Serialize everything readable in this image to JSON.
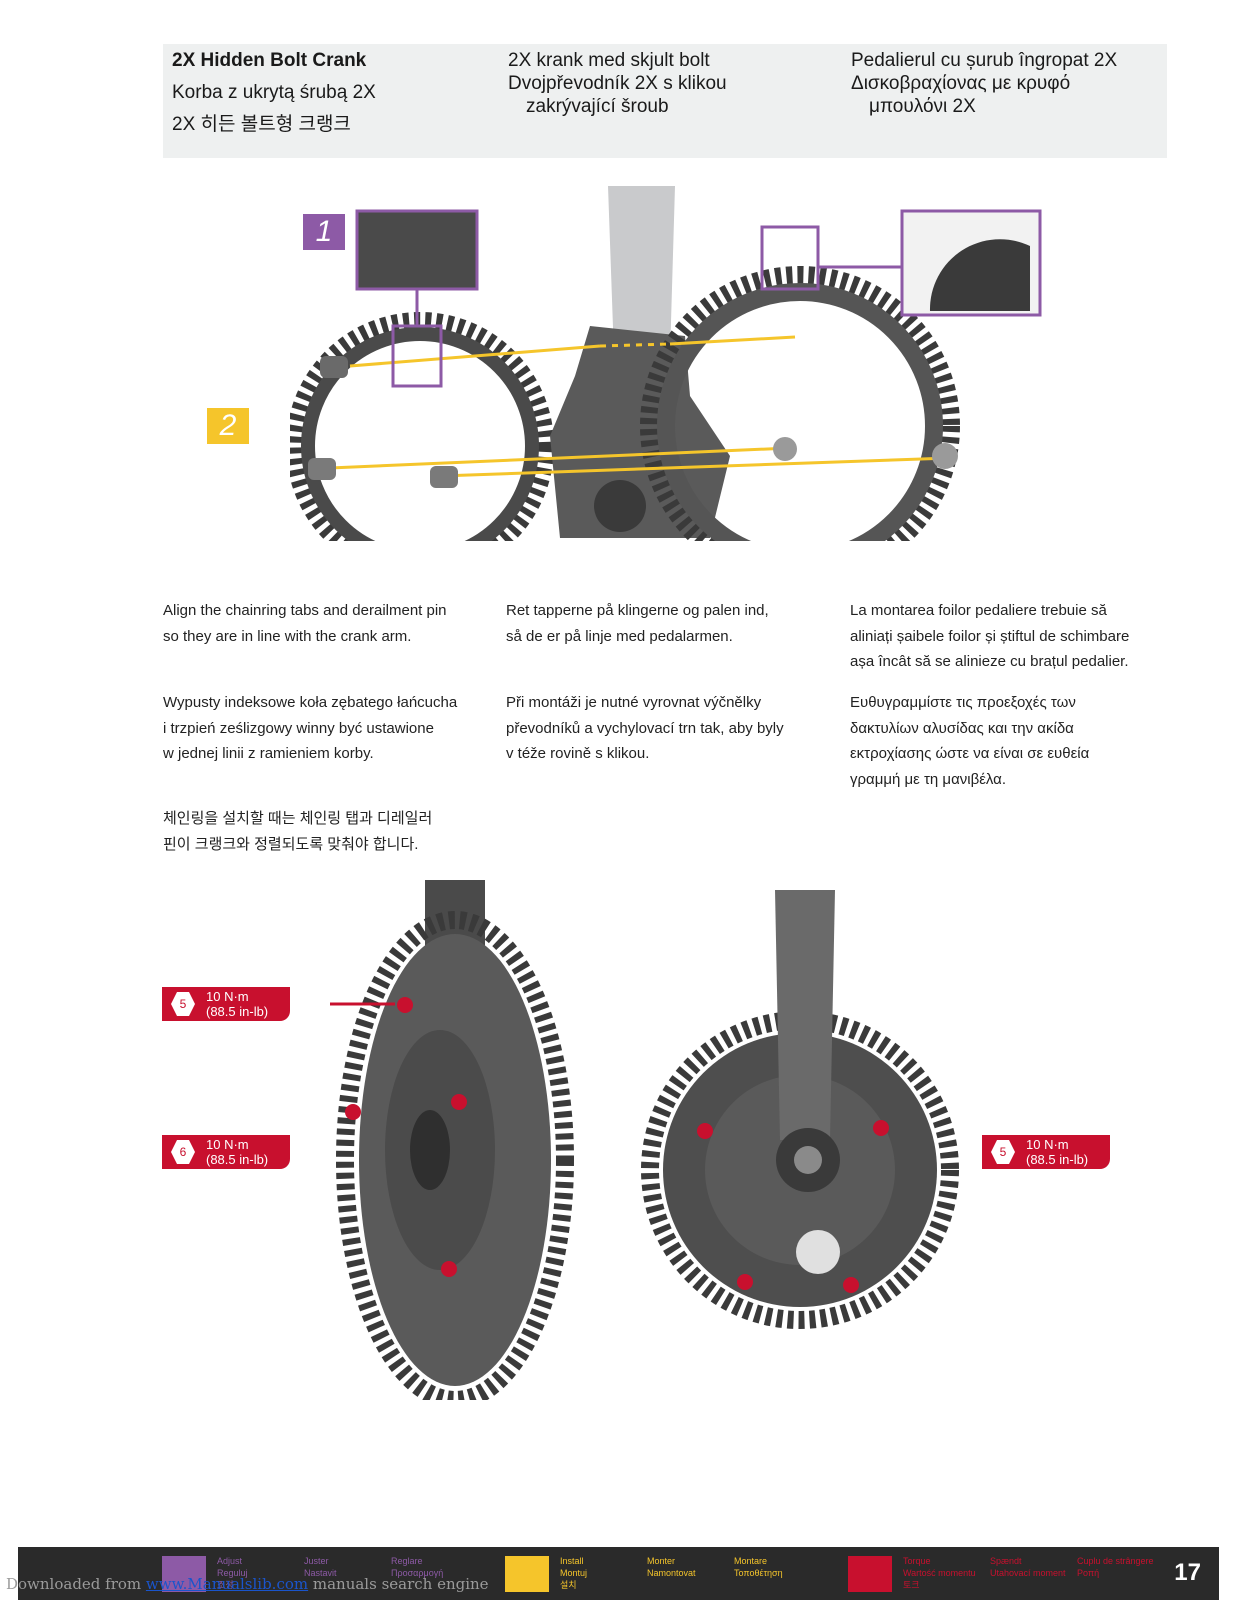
{
  "header": {
    "col1": [
      "2X Hidden Bolt Crank",
      "Korba z ukrytą śrubą 2X",
      "2X 히든 볼트형 크랭크"
    ],
    "col2": [
      "2X krank med skjult bolt",
      "Dvojpřevodník 2X s klikou",
      "zakrývající šroub"
    ],
    "col3": [
      "Pedalierul cu șurub îngropat 2X",
      "Δισκοβραχίονας με κρυφό",
      "μπουλόνι 2X"
    ]
  },
  "steps": {
    "step1": "1",
    "step2": "2"
  },
  "instructions": {
    "en": [
      "Align the chainring tabs and derailment pin",
      "so they are in line with the crank arm."
    ],
    "da": [
      "Ret tapperne på klingerne og palen ind,",
      "så de er på linje med pedalarmen."
    ],
    "ro": [
      "La montarea foilor pedaliere trebuie să",
      "aliniați șaibele foilor și știftul de schimbare",
      "așa încât să se alinieze cu brațul pedalier."
    ],
    "pl": [
      "Wypusty indeksowe koła zębatego łańcucha",
      "i trzpień ześlizgowy winny być ustawione",
      "w jednej linii z ramieniem korby."
    ],
    "cs": [
      "Při montáži je nutné vyrovnat výčnělky",
      "převodníků a vychylovací trn tak, aby byly",
      "v téže rovině s klikou."
    ],
    "el": [
      "Ευθυγραμμίστε τις προεξοχές των",
      "δακτυλίων αλυσίδας και την ακίδα",
      "εκτροχίασης ώστε να είναι σε ευθεία",
      "γραμμή με τη μανιβέλα."
    ],
    "ko": [
      "체인링을 설치할 때는 체인링 탭과 디레일러",
      "핀이 크랭크와 정렬되도록 맞춰야 합니다."
    ]
  },
  "torque": [
    {
      "hex": "5",
      "nm": "10 N·m",
      "inlb": "(88.5 in-lb)"
    },
    {
      "hex": "6",
      "nm": "10 N·m",
      "inlb": "(88.5 in-lb)"
    },
    {
      "hex": "5",
      "nm": "10 N·m",
      "inlb": "(88.5 in-lb)"
    }
  ],
  "footer": {
    "adjust": [
      "Adjust",
      "Reguluj",
      "조정"
    ],
    "juster": [
      "Juster",
      "Nastavit"
    ],
    "reglare": [
      "Reglare",
      "Προσαρμογή"
    ],
    "install": [
      "Install",
      "Montuj",
      "설치"
    ],
    "monter": [
      "Monter",
      "Namontovat"
    ],
    "montare": [
      "Montare",
      "Τοποθέτηση"
    ],
    "torque": [
      "Torque",
      "Wartość momentu",
      "토크"
    ],
    "spaendt": [
      "Spændt",
      "Utahovací moment"
    ],
    "cuplu": [
      "Cuplu de strângere",
      "Ροπή"
    ],
    "page": "17",
    "colors": {
      "purple": "#8d5aa6",
      "yellow": "#f5c52b",
      "red": "#c8102e"
    }
  },
  "watermark": {
    "prefix": "Downloaded from ",
    "link": "www.Manualslib.com",
    "suffix": " manuals search engine"
  }
}
